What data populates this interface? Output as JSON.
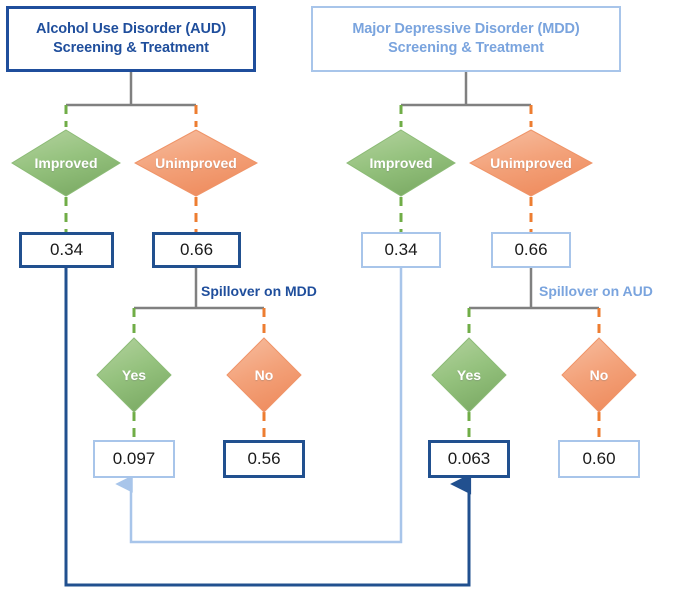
{
  "diagram": {
    "title_boxes": [
      {
        "id": "aud",
        "line1": "Alcohol Use Disorder (AUD)",
        "line2": "Screening & Treatment",
        "style": "dark"
      },
      {
        "id": "mdd",
        "line1": "Major Depressive Disorder (MDD)",
        "line2": "Screening & Treatment",
        "style": "light"
      }
    ],
    "outcome_diamonds": [
      {
        "id": "aud-improved",
        "label": "Improved",
        "color": "green"
      },
      {
        "id": "aud-unimproved",
        "label": "Unimproved",
        "color": "orange"
      },
      {
        "id": "mdd-improved",
        "label": "Improved",
        "color": "green"
      },
      {
        "id": "mdd-unimproved",
        "label": "Unimproved",
        "color": "orange"
      }
    ],
    "probability_boxes_level1": [
      {
        "id": "aud-improved-prob",
        "value": "0.34",
        "style": "dark"
      },
      {
        "id": "aud-unimproved-prob",
        "value": "0.66",
        "style": "dark"
      },
      {
        "id": "mdd-improved-prob",
        "value": "0.34",
        "style": "light"
      },
      {
        "id": "mdd-unimproved-prob",
        "value": "0.66",
        "style": "light"
      }
    ],
    "spillover_labels": [
      {
        "id": "spillover-on-mdd",
        "text": "Spillover on MDD",
        "style": "dark"
      },
      {
        "id": "spillover-on-aud",
        "text": "Spillover on AUD",
        "style": "light"
      }
    ],
    "decision_diamonds": [
      {
        "id": "mdd-spillover-yes",
        "label": "Yes",
        "color": "green"
      },
      {
        "id": "mdd-spillover-no",
        "label": "No",
        "color": "orange"
      },
      {
        "id": "aud-spillover-yes",
        "label": "Yes",
        "color": "green"
      },
      {
        "id": "aud-spillover-no",
        "label": "No",
        "color": "orange"
      }
    ],
    "probability_boxes_level2": [
      {
        "id": "mdd-spillover-yes-prob",
        "value": "0.097",
        "style": "light"
      },
      {
        "id": "mdd-spillover-no-prob",
        "value": "0.56",
        "style": "dark"
      },
      {
        "id": "aud-spillover-yes-prob",
        "value": "0.063",
        "style": "dark"
      },
      {
        "id": "aud-spillover-no-prob",
        "value": "0.60",
        "style": "light"
      }
    ],
    "colors": {
      "dark_blue": "#21508f",
      "light_blue": "#a8c5ea",
      "mid_blue_text": "#7aa4de",
      "title_blue_text": "#1f4e9c",
      "green_fill": "#8fbc79",
      "green_line": "#70ad47",
      "orange_fill": "#f09a70",
      "orange_line": "#ed7d31",
      "gray_line": "#808080"
    }
  }
}
